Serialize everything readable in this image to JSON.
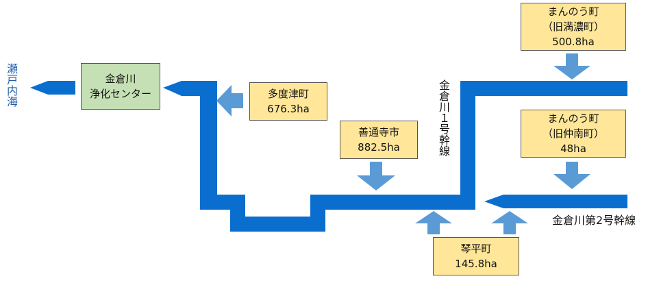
{
  "sea": {
    "label": "瀬戸内海"
  },
  "plant": {
    "line1": "金倉川",
    "line2": "浄化センター"
  },
  "areas": {
    "tadotsu": {
      "name": "多度津町",
      "area": "676.3ha"
    },
    "zentsuji": {
      "name": "善通寺市",
      "area": "882.5ha"
    },
    "manno_mannou": {
      "name": "まんのう町",
      "sub": "（旧満濃町）",
      "area": "500.8ha"
    },
    "manno_chunan": {
      "name": "まんのう町",
      "sub": "（旧仲南町）",
      "area": "48ha"
    },
    "kotohira": {
      "name": "琴平町",
      "area": "145.8ha"
    }
  },
  "trunk_lines": {
    "line1": "金倉川１号幹線",
    "line2": "金倉川第2号幹線"
  },
  "colors": {
    "pipe": "#0a6ecf",
    "arrow": "#5b9bd5",
    "municipality_fill": "#ffe699",
    "plant_fill": "#c5e0b4",
    "sea_text": "#1f5faa"
  }
}
